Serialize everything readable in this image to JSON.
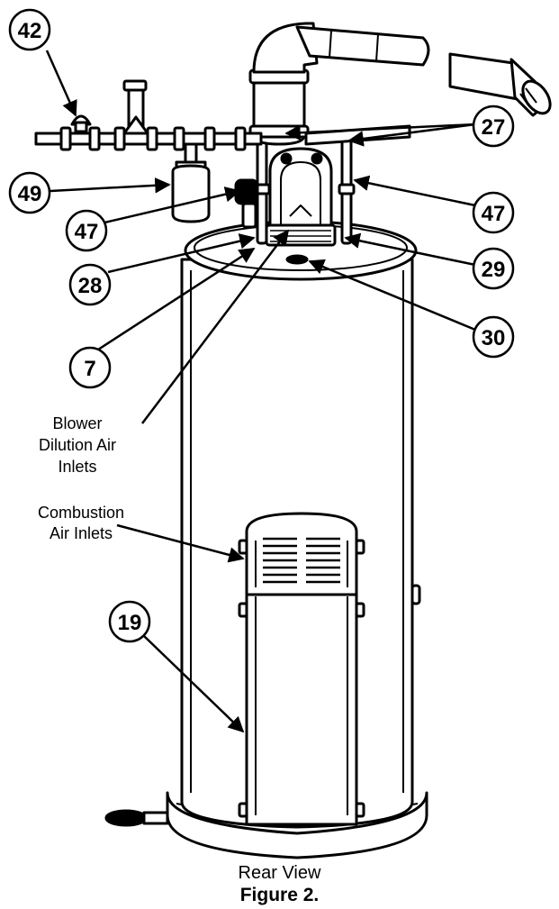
{
  "callouts": [
    {
      "id": "c42",
      "number": "42"
    },
    {
      "id": "c27",
      "number": "27"
    },
    {
      "id": "c49",
      "number": "49"
    },
    {
      "id": "c47a",
      "number": "47"
    },
    {
      "id": "c47b",
      "number": "47"
    },
    {
      "id": "c28",
      "number": "28"
    },
    {
      "id": "c29",
      "number": "29"
    },
    {
      "id": "c30",
      "number": "30"
    },
    {
      "id": "c7",
      "number": "7"
    },
    {
      "id": "c19",
      "number": "19"
    }
  ],
  "labels": {
    "blower_line1": "Blower",
    "blower_line2": "Dilution Air",
    "blower_line3": "Inlets",
    "combustion_line1": "Combustion",
    "combustion_line2": "Air Inlets"
  },
  "caption": {
    "view": "Rear View",
    "figure": "Figure 2."
  }
}
